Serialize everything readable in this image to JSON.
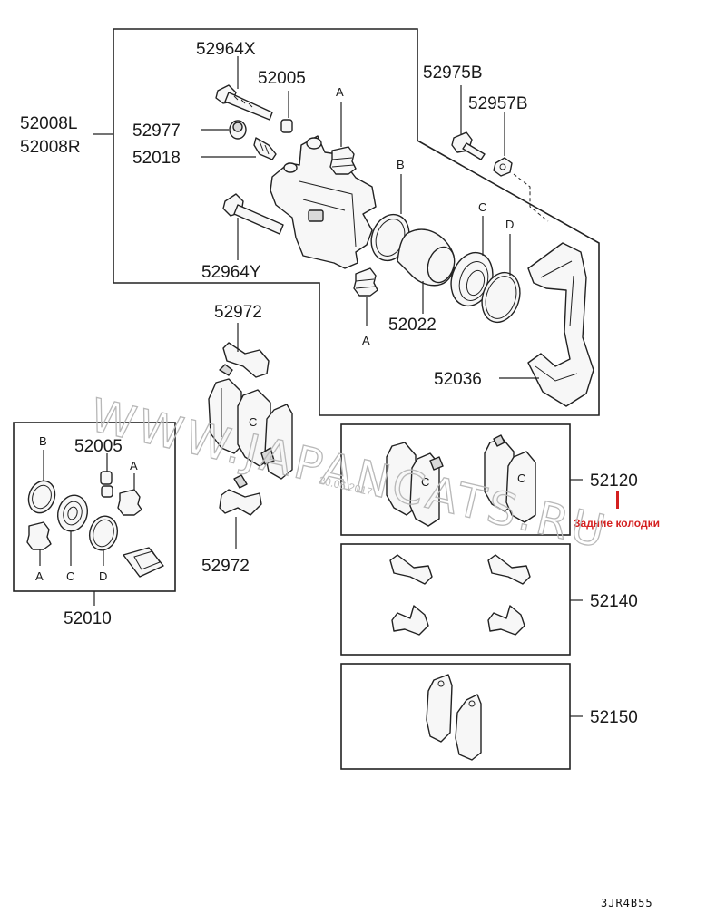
{
  "labels": {
    "p52964x": "52964X",
    "p52005_top": "52005",
    "p52977": "52977",
    "p52018": "52018",
    "p52008l": "52008L",
    "p52008r": "52008R",
    "p52964y": "52964Y",
    "p52975b": "52975B",
    "p52957b": "52957B",
    "p52022": "52022",
    "p52036": "52036",
    "p52972_top": "52972",
    "p52972_bottom": "52972",
    "p52005_kit": "52005",
    "p52010": "52010",
    "p52120": "52120",
    "p52140": "52140",
    "p52150": "52150"
  },
  "letters": {
    "a_top": "A",
    "a_bottom": "A",
    "b_main": "B",
    "c_main": "C",
    "d_main": "D",
    "b_kit": "B",
    "a_kit_top": "A",
    "a_kit_1": "A",
    "c_kit": "C",
    "d_kit": "D"
  },
  "annotation": {
    "text": "Задние колодки",
    "color": "#d42020"
  },
  "watermark": {
    "text": "WWW.JAPANCATS.RU",
    "date": "20.06.2017"
  },
  "diagram_code": "3JR4B55"
}
